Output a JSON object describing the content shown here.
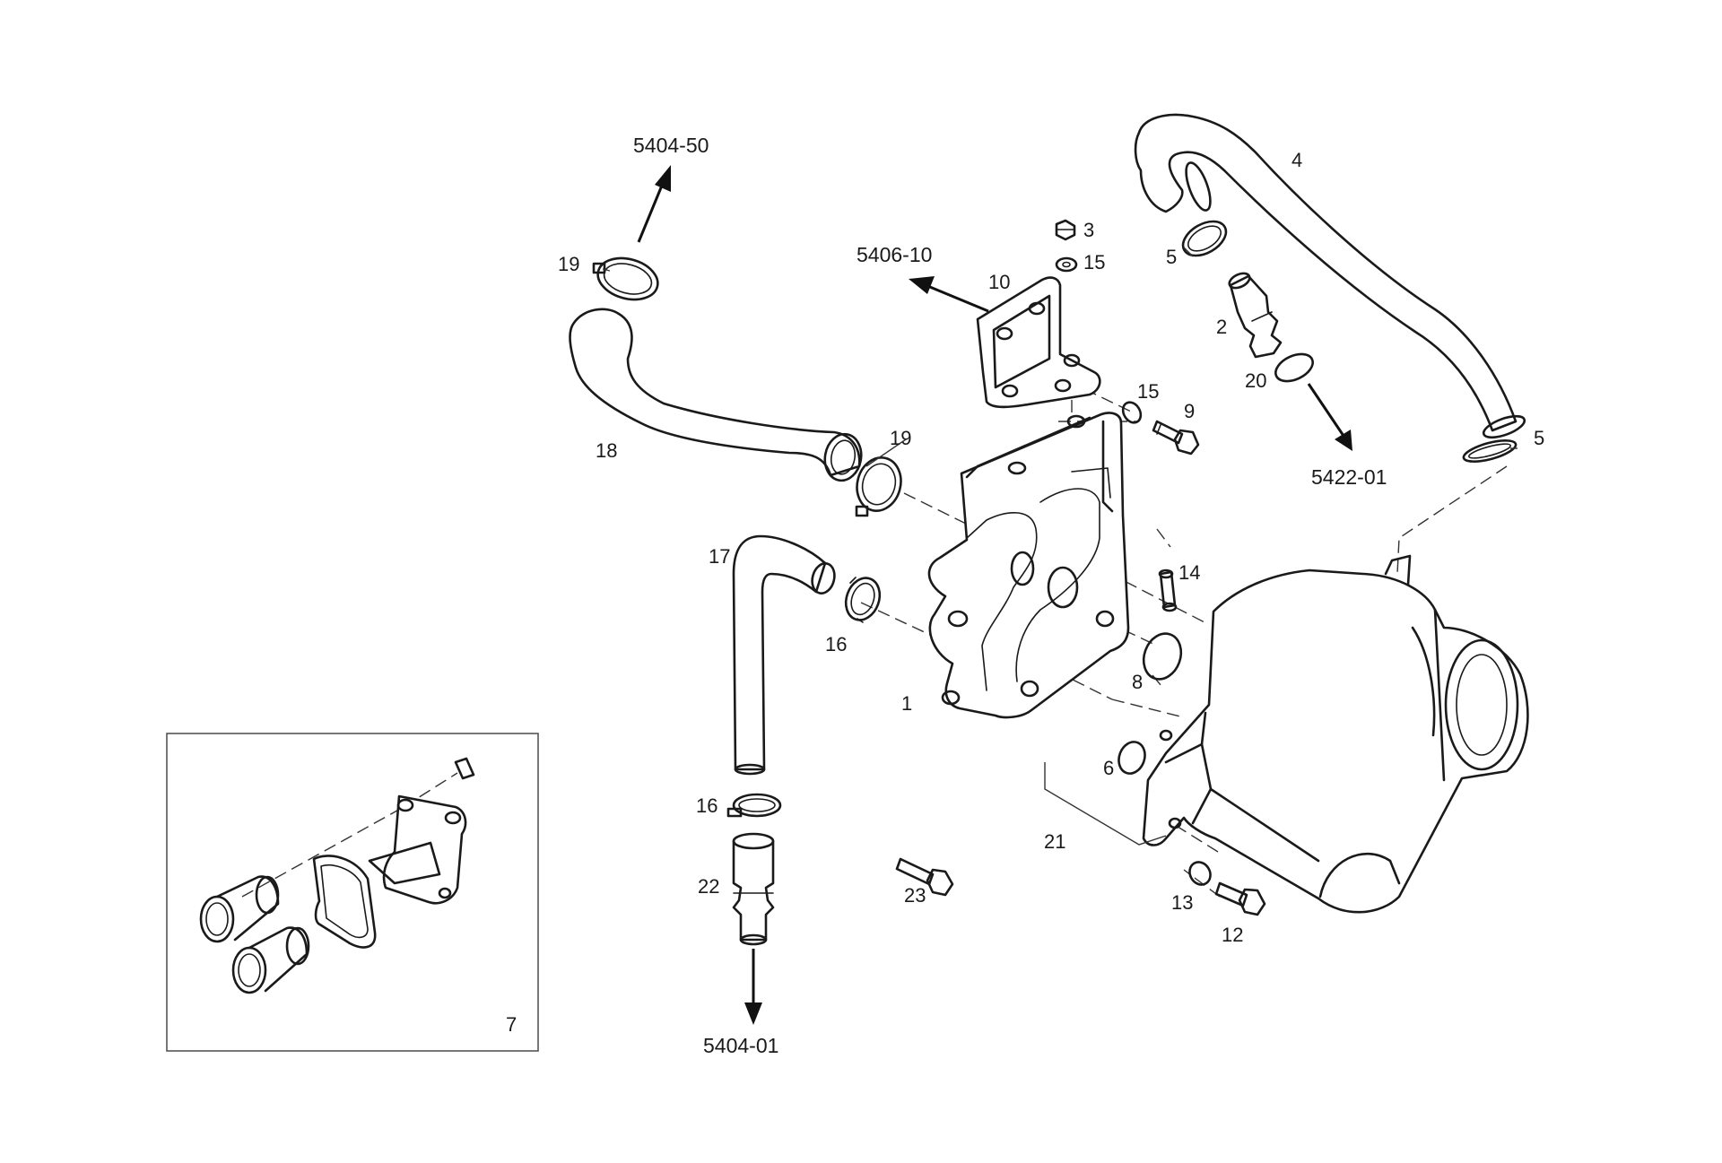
{
  "diagram": {
    "refs": {
      "r5404_50": "5404-50",
      "r5406_10": "5406-10",
      "r5422_01": "5422-01",
      "r5404_01": "5404-01"
    },
    "labels": {
      "p1": "1",
      "p2": "2",
      "p3": "3",
      "p4": "4",
      "p5a": "5",
      "p5b": "5",
      "p6": "6",
      "p7": "7",
      "p8": "8",
      "p9": "9",
      "p10": "10",
      "p12": "12",
      "p13": "13",
      "p14": "14",
      "p15a": "15",
      "p15b": "15",
      "p16a": "16",
      "p16b": "16",
      "p17": "17",
      "p18": "18",
      "p19a": "19",
      "p19b": "19",
      "p20": "20",
      "p21": "21",
      "p22": "22",
      "p23": "23"
    }
  }
}
